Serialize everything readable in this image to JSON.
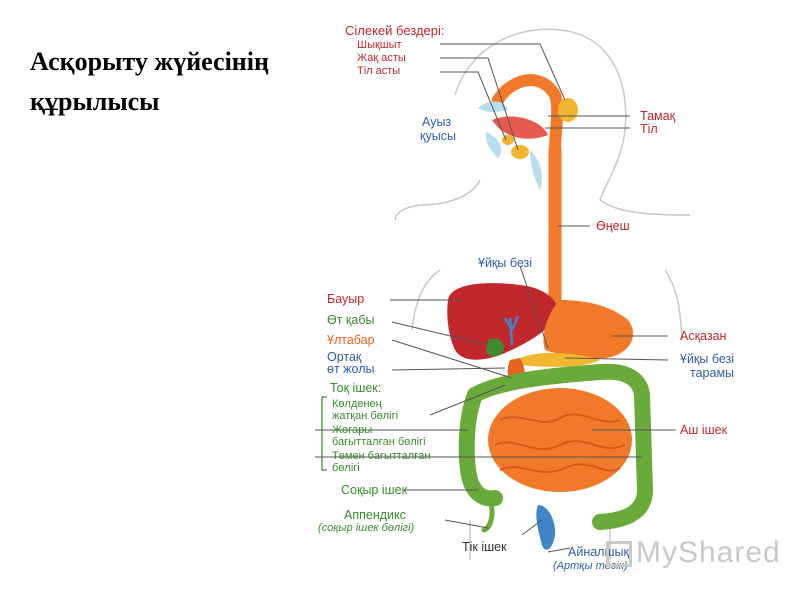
{
  "title": {
    "line1": "Асқорыту жүйесінің",
    "line2": "құрылысы"
  },
  "labels": {
    "salivary_glands": "Сілекей бездері:",
    "parotid": "Шықшыт",
    "submandibular": "Жақ асты",
    "sublingual": "Тіл асты",
    "mouth_line1": "Ауыз",
    "mouth_line2": "қуысы",
    "pharynx": "Тамақ",
    "tongue": "Тіл",
    "esophagus": "Өңеш",
    "pancreas": "Ұйқы безі",
    "liver": "Бауыр",
    "gallbladder": "Өт қабы",
    "duodenum": "Ұлтабар",
    "bile_duct_line1": "Ортақ",
    "bile_duct_line2": "өт жолы",
    "stomach": "Асқазан",
    "pancreatic_duct_line1": "Ұйқы безі",
    "pancreatic_duct_line2": "тарамы",
    "large_intestine": "Тоқ ішек:",
    "transverse_line1": "Көлденең",
    "transverse_line2": "жатқан бөлігі",
    "ascending_line1": "Жоғары",
    "ascending_line2": "бағытталған бөлігі",
    "descending_line1": "Төмен бағытталған",
    "descending_line2": "бөлігі",
    "small_intestine": "Аш ішек",
    "cecum": "Соқыр ішек",
    "appendix": "Аппендикс",
    "appendix_note": "(соқыр ішек бөлігі)",
    "rectum": "Тік ішек",
    "anus": "Айналшық",
    "anus_note": "(Артқы тесік)"
  },
  "watermark": "MyShared",
  "colors": {
    "red_label": "#c0282d",
    "blue_label": "#2e5fa8",
    "orange_label": "#e8641e",
    "liver": "#c0282d",
    "digestive_tract": "#f07a2a",
    "colon": "#6aaa3a",
    "salivary": "#f2b731",
    "rectum": "#3f86c8"
  }
}
